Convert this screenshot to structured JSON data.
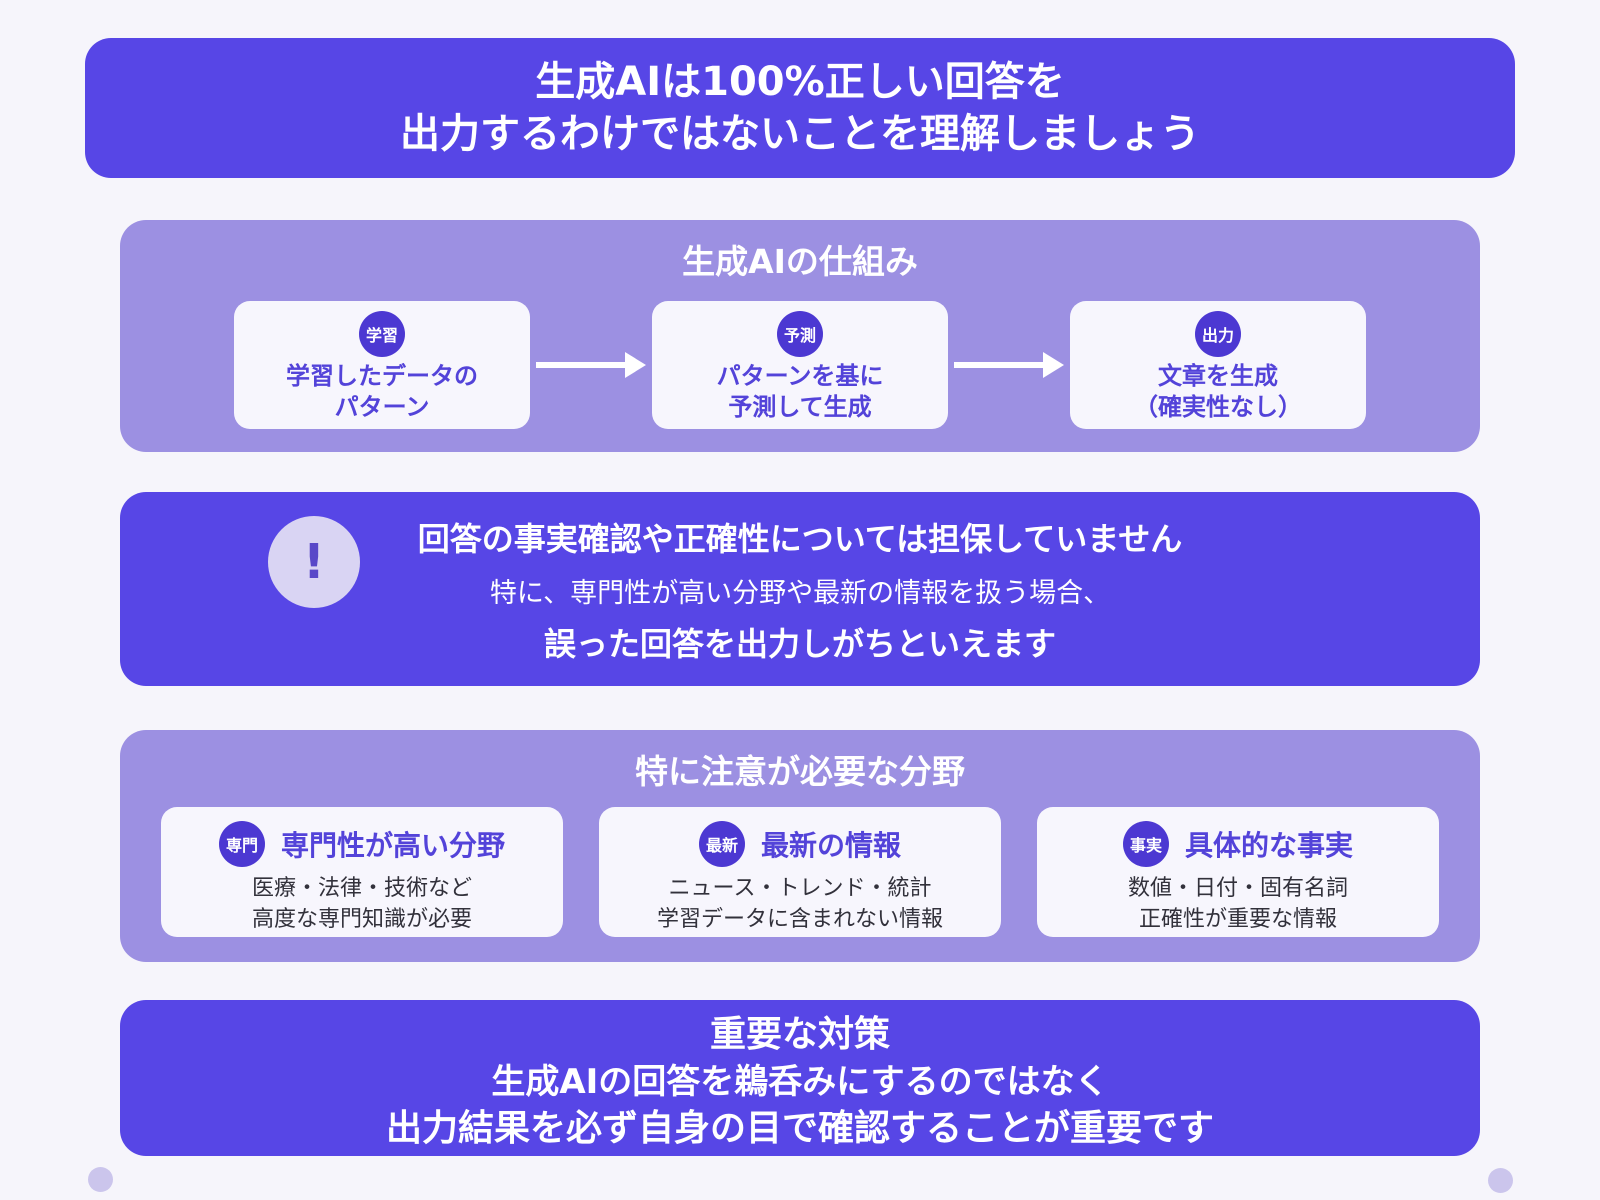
{
  "colors": {
    "page_bg": "#F6F5FB",
    "primary": "#5746E6",
    "light": "#9C90E2",
    "card_bg": "#F7F6FD",
    "badge_circle": "#4C38D2",
    "accent_text": "#5343D9",
    "body_text": "#32313B",
    "alert_circle_bg": "#D9D4F3",
    "alert_mark": "#5948C8",
    "corner_dot": "#CBC5EC"
  },
  "header": {
    "line1": "生成AIは100%正しい回答を",
    "line2": "出力するわけではないことを理解しましょう"
  },
  "mechanism": {
    "title": "生成AIの仕組み",
    "steps": [
      {
        "badge": "学習",
        "line1": "学習したデータの",
        "line2": "パターン"
      },
      {
        "badge": "予測",
        "line1": "パターンを基に",
        "line2": "予測して生成"
      },
      {
        "badge": "出力",
        "line1": "文章を生成",
        "line2": "（確実性なし）"
      }
    ]
  },
  "warning": {
    "icon_mark": "!",
    "line1": "回答の事実確認や正確性については担保していません",
    "line2": "特に、専門性が高い分野や最新の情報を扱う場合、",
    "line3": "誤った回答を出力しがちといえます"
  },
  "caution": {
    "title": "特に注意が必要な分野",
    "cards": [
      {
        "badge": "専門",
        "title": "専門性が高い分野",
        "desc1": "医療・法律・技術など",
        "desc2": "高度な専門知識が必要"
      },
      {
        "badge": "最新",
        "title": "最新の情報",
        "desc1": "ニュース・トレンド・統計",
        "desc2": "学習データに含まれない情報"
      },
      {
        "badge": "事実",
        "title": "具体的な事実",
        "desc1": "数値・日付・固有名詞",
        "desc2": "正確性が重要な情報"
      }
    ]
  },
  "action": {
    "title": "重要な対策",
    "line1": "生成AIの回答を鵜呑みにするのではなく",
    "line2": "出力結果を必ず自身の目で確認することが重要です"
  }
}
